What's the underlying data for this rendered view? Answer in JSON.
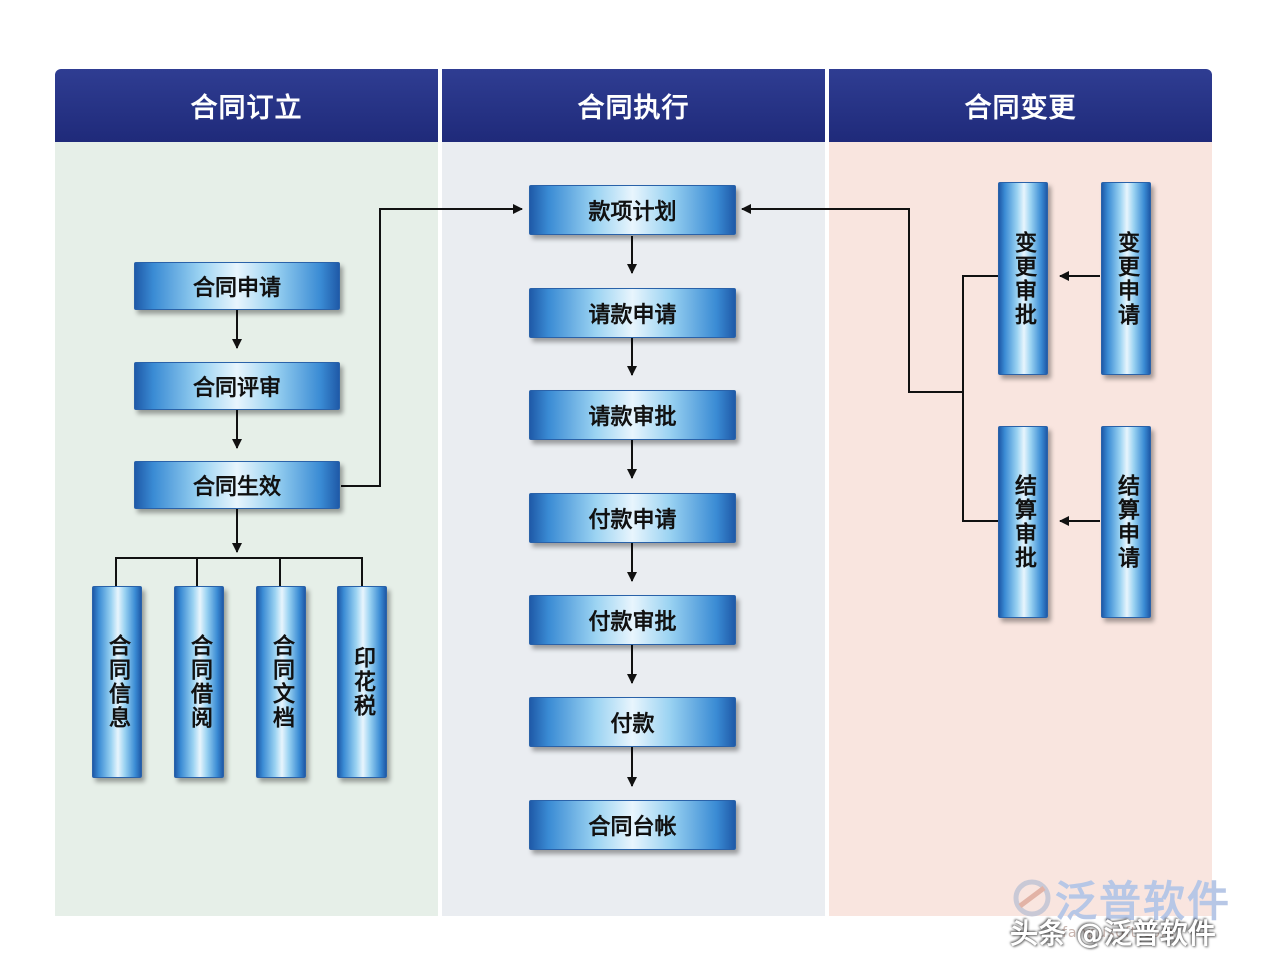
{
  "columns": [
    {
      "title": "合同订立",
      "bg": "#e6efe8"
    },
    {
      "title": "合同执行",
      "bg": "#eaedf1"
    },
    {
      "title": "合同变更",
      "bg": "#f9e5df"
    }
  ],
  "sign": {
    "steps": [
      "合同申请",
      "合同评审",
      "合同生效"
    ],
    "outputs": [
      "合同信息",
      "合同借阅",
      "合同文档",
      "印花税"
    ]
  },
  "execute": {
    "steps": [
      "款项计划",
      "请款申请",
      "请款审批",
      "付款申请",
      "付款审批",
      "付款",
      "合同台帐"
    ]
  },
  "change": {
    "approvals": [
      "变更审批",
      "结算审批"
    ],
    "requests": [
      "变更申请",
      "结算申请"
    ]
  },
  "logo": {
    "name": "泛普软件",
    "url": "fanpusoft.com"
  },
  "watermark": "头条 @泛普软件",
  "colors": {
    "header": "#22307f",
    "arrow": "#111111",
    "box_edge": "#1f5aa8",
    "box_center": "#e8f5fd"
  }
}
